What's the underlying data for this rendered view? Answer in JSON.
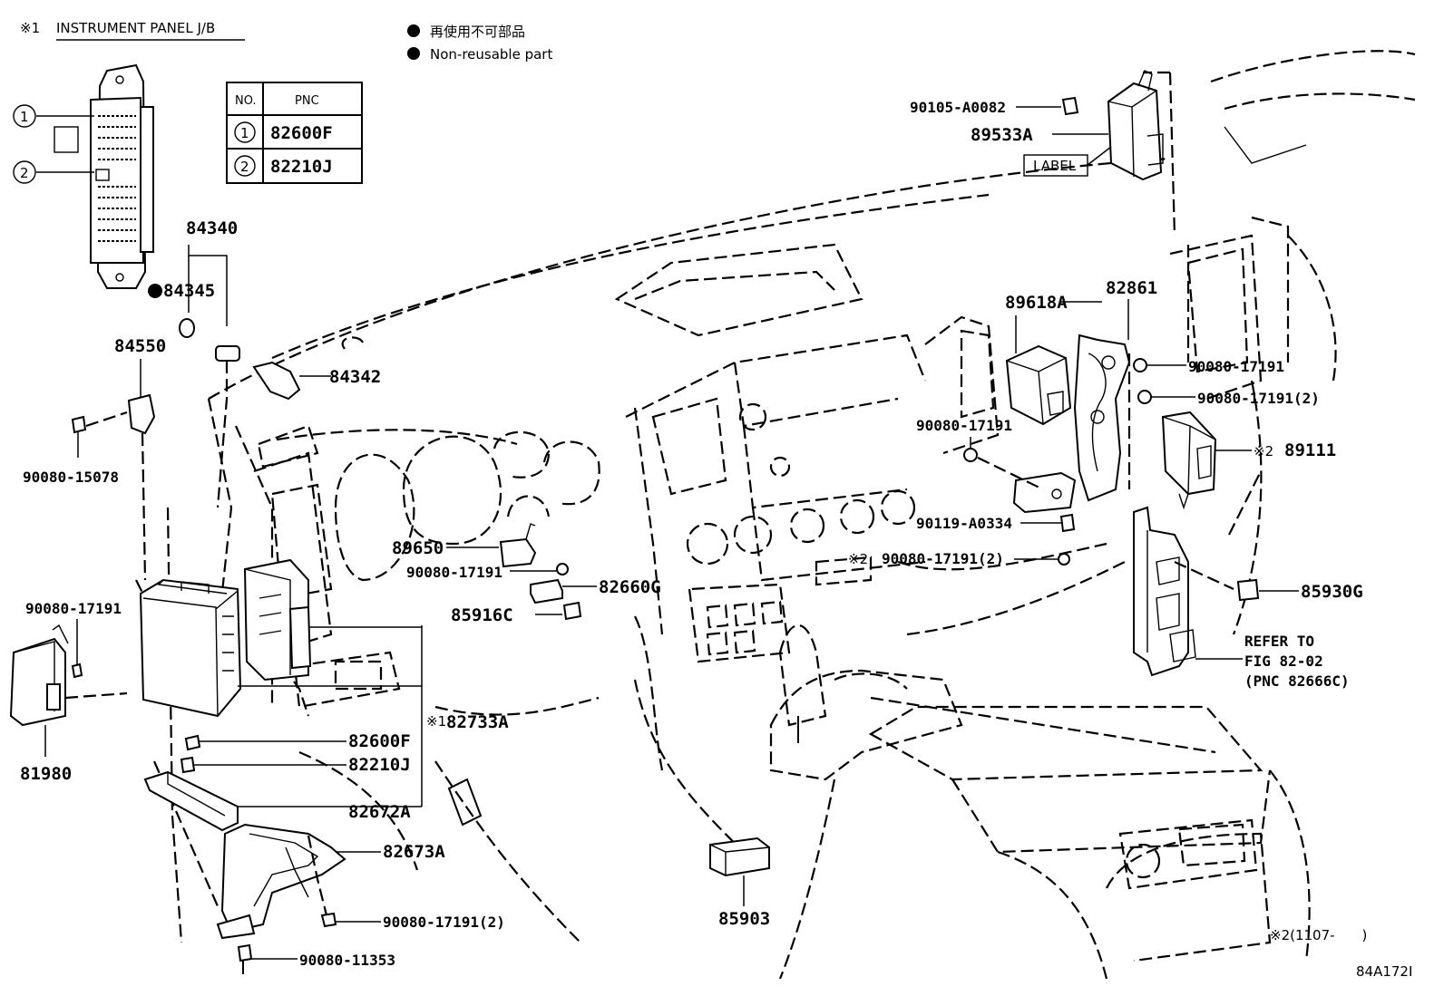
{
  "header": {
    "section_mark": "※1",
    "section_title": "INSTRUMENT PANEL J/B"
  },
  "legend": {
    "items": [
      {
        "symbol": "filled-circle",
        "text": "再使用不可部品"
      },
      {
        "symbol": "filled-circle",
        "text": "Non-reusable part"
      }
    ]
  },
  "pnc_table": {
    "headers": [
      "NO.",
      "PNC"
    ],
    "rows": [
      {
        "no": "1",
        "pnc": "82600F"
      },
      {
        "no": "2",
        "pnc": "82210J"
      }
    ]
  },
  "jb_callouts": [
    "1",
    "2"
  ],
  "labels": {
    "p84340": "84340",
    "p84345": "84345",
    "p84550": "84550",
    "p84342": "84342",
    "p90080_15078": "90080-15078",
    "p89650": "89650",
    "p90080_17191_a": "90080-17191",
    "p82660g": "82660G",
    "p85916c": "85916C",
    "p90080_17191_b": "90080-17191",
    "p81980": "81980",
    "p82733a_mark": "※1",
    "p82733a": "82733A",
    "p82600f": "82600F",
    "p82210j": "82210J",
    "p82672a": "82672A",
    "p82673a": "82673A",
    "p90080_17191_2a": "90080-17191(2)",
    "p90080_11353": "90080-11353",
    "p85903": "85903",
    "p90105": "90105-A0082",
    "p89533a": "89533A",
    "label_box": "LABEL",
    "p89618a": "89618A",
    "p82861": "82861",
    "p90080_17191_c": "90080-17191",
    "p90080_17191_2b": "90080-17191(2)",
    "p90080_17191_d": "90080-17191",
    "p89111_mark": "※2",
    "p89111": "89111",
    "p90119": "90119-A0334",
    "p90080_17191_2c_mark": "※2",
    "p90080_17191_2c": "90080-17191(2)",
    "p85930g": "85930G",
    "refer_1": "REFER TO",
    "refer_2": "FIG 82-02",
    "refer_3": "(PNC 82666C)",
    "footnote": "※2(1107-　　)",
    "figure_id": "84A172I"
  }
}
